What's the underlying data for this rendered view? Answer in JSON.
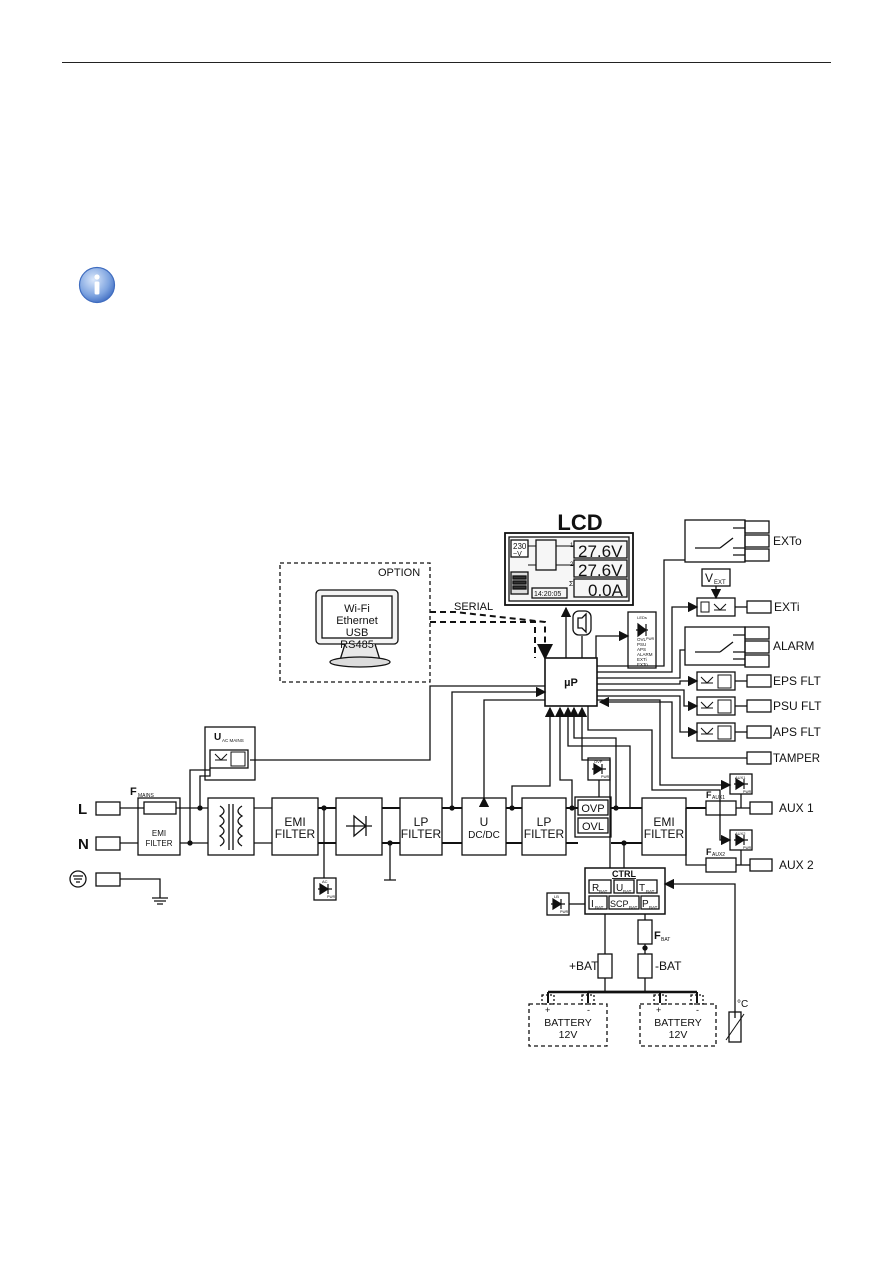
{
  "info_icon": "info-icon",
  "diagram": {
    "option": {
      "title": "OPTION",
      "monitor_lines": [
        "Wi-Fi",
        "Ethernet",
        "USB",
        "RS485"
      ]
    },
    "serial_label": "SERIAL",
    "lcd": {
      "title": "LCD",
      "input_voltage": "230",
      "input_unit": "~V",
      "reading1": "27.6V",
      "reading2": "27.6V",
      "reading3": "0.0A",
      "clock": "14:20:05",
      "ch1": "1",
      "ch2": "2",
      "sum": "Σ"
    },
    "mcu": "µP",
    "led_panel": {
      "title": "LEDs",
      "items": [
        "OVL",
        "PSU",
        "APS",
        "ALARM",
        "EXTi",
        "EXTo"
      ]
    },
    "outputs": {
      "exto": "EXTo",
      "vext": "V",
      "vext_sub": "EXT",
      "exti": "EXTi",
      "alarm": "ALARM",
      "eps_flt": "EPS FLT",
      "psu_flt": "PSU FLT",
      "aps_flt": "APS FLT",
      "tamper": "TAMPER",
      "aux1": "AUX 1",
      "aux2": "AUX 2",
      "f_aux1": "F",
      "f_aux1_sub": "AUX1",
      "f_aux2": "F",
      "f_aux2_sub": "AUX2",
      "aux1_led": "AUX1",
      "aux2_led": "AUX2"
    },
    "mains": {
      "l": "L",
      "n": "N",
      "fuse": "F",
      "fuse_sub": "MAINS",
      "uac": "U",
      "uac_sub": "AC MAINS",
      "emi_input": [
        "EMI",
        "FILTER"
      ],
      "ac_led": "AC"
    },
    "blocks": {
      "emi1": [
        "EMI",
        "FILTER"
      ],
      "lp1": [
        "LP",
        "FILTER"
      ],
      "dcdc": [
        "U",
        "DC/DC"
      ],
      "lp2": [
        "LP",
        "FILTER"
      ],
      "ovp": "OVP",
      "ovl": "OVL",
      "ovp_led": "OVP",
      "emi2": [
        "EMI",
        "FILTER"
      ]
    },
    "ctrl": {
      "title": "CTRL",
      "r": "R",
      "u": "U",
      "t": "T",
      "i": "I",
      "scp": "SCP",
      "p": "P",
      "sub": "BAT",
      "led": "LB"
    },
    "battery": {
      "fbat": "F",
      "fbat_sub": "BAT",
      "plus": "+BAT",
      "minus": "-BAT",
      "bat1": [
        "BATTERY",
        "12V"
      ],
      "bat2": [
        "BATTERY",
        "12V"
      ],
      "temp": "°C",
      "pol_plus": "+",
      "pol_minus": "-"
    },
    "led_sub": "PWR"
  }
}
